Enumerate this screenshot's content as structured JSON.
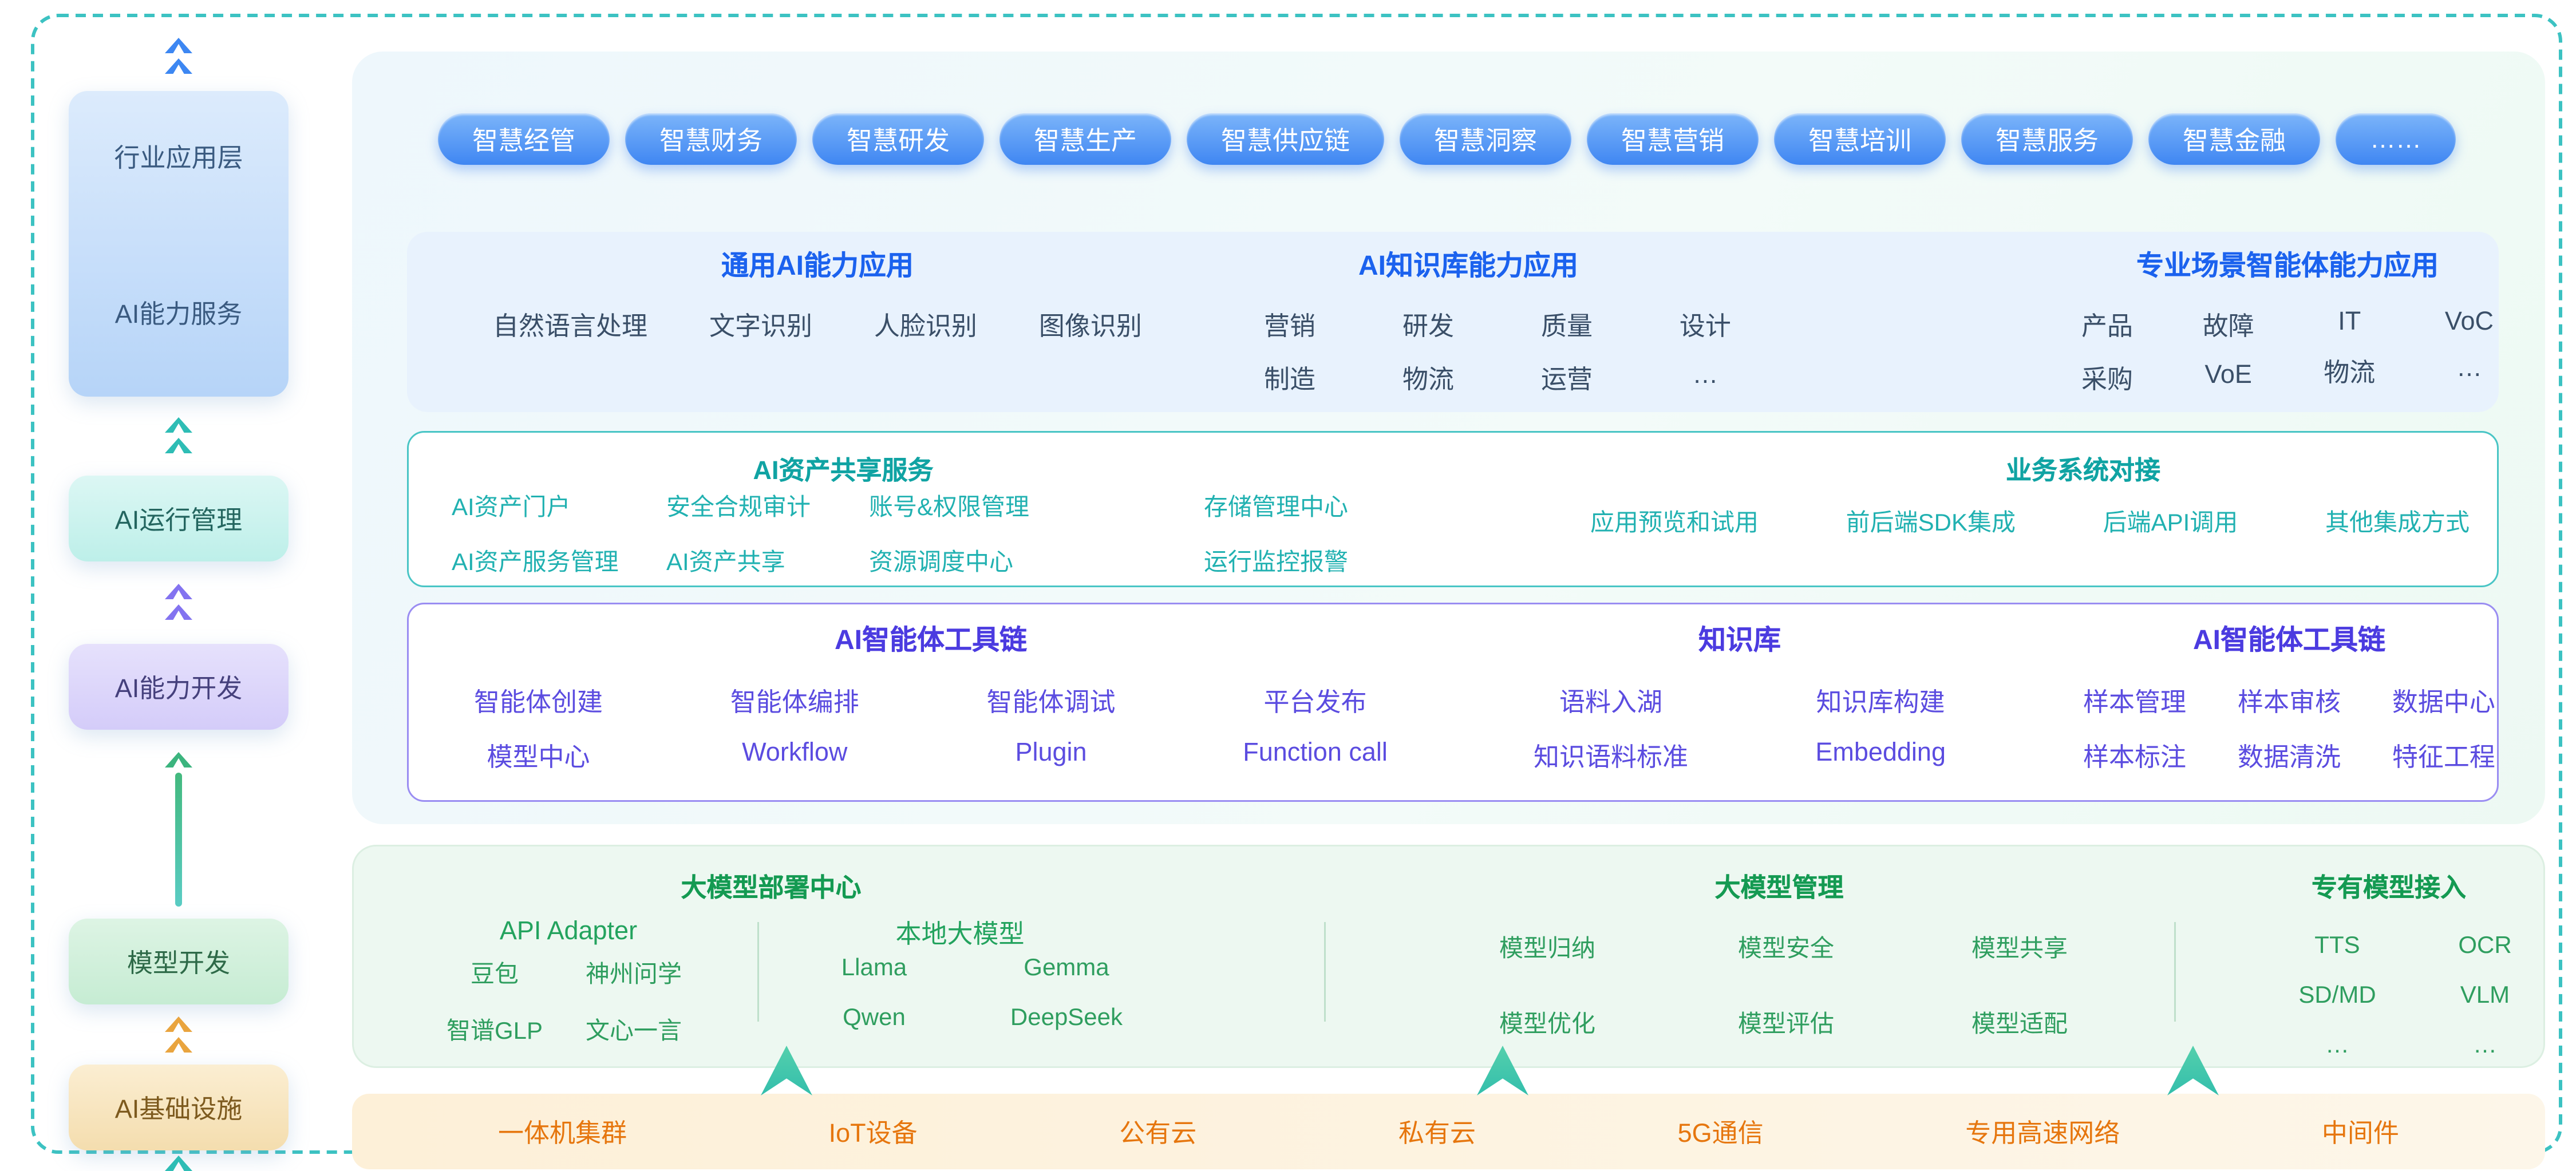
{
  "sidebar": {
    "layers": [
      {
        "lines": [
          "行业应用层",
          "AI能力服务"
        ]
      },
      {
        "lines": [
          "AI运行管理"
        ]
      },
      {
        "lines": [
          "AI能力开发"
        ]
      },
      {
        "lines": [
          "模型开发"
        ]
      },
      {
        "lines": [
          "AI基础设施"
        ]
      }
    ]
  },
  "pills": [
    "智慧经管",
    "智慧财务",
    "智慧研发",
    "智慧生产",
    "智慧供应链",
    "智慧洞察",
    "智慧营销",
    "智慧培训",
    "智慧服务",
    "智慧金融",
    "……"
  ],
  "capability_groups": [
    {
      "title": "通用AI能力应用",
      "cols": [
        [
          "自然语言处理"
        ],
        [
          "文字识别"
        ],
        [
          "人脸识别"
        ],
        [
          "图像识别"
        ]
      ]
    },
    {
      "title": "AI知识库能力应用",
      "cols": [
        [
          "营销",
          "制造"
        ],
        [
          "研发",
          "物流"
        ],
        [
          "质量",
          "运营"
        ],
        [
          "设计",
          "…"
        ]
      ]
    },
    {
      "title": "专业场景智能体能力应用",
      "cols": [
        [
          "产品",
          "采购"
        ],
        [
          "故障",
          "VoE"
        ],
        [
          "IT",
          "物流"
        ],
        [
          "VoC",
          "…"
        ]
      ]
    }
  ],
  "asset_share": {
    "title": "AI资产共享服务",
    "cols": [
      [
        "AI资产门户",
        "AI资产服务管理"
      ],
      [
        "安全合规审计",
        "AI资产共享"
      ],
      [
        "账号&权限管理",
        "资源调度中心"
      ],
      [
        "存储管理中心",
        "运行监控报警"
      ]
    ]
  },
  "biz_connect": {
    "title": "业务系统对接",
    "items": [
      "应用预览和试用",
      "前后端SDK集成",
      "后端API调用",
      "其他集成方式"
    ]
  },
  "toolchain_groups": [
    {
      "title": "AI智能体工具链",
      "cols": [
        [
          "智能体创建",
          "模型中心"
        ],
        [
          "智能体编排",
          "Workflow"
        ],
        [
          "智能体调试",
          "Plugin"
        ],
        [
          "平台发布",
          "Function call"
        ]
      ]
    },
    {
      "title": "知识库",
      "cols": [
        [
          "语料入湖",
          "知识语料标准"
        ],
        [
          "知识库构建",
          "Embedding"
        ]
      ]
    },
    {
      "title": "AI智能体工具链",
      "cols": [
        [
          "样本管理",
          "样本标注"
        ],
        [
          "样本审核",
          "数据清洗"
        ],
        [
          "数据中心",
          "特征工程"
        ]
      ]
    }
  ],
  "model_deploy": {
    "title": "大模型部署中心",
    "api_adapter": {
      "title": "API Adapter",
      "cols": [
        [
          "豆包",
          "智谱GLP"
        ],
        [
          "神州问学",
          "文心一言"
        ]
      ]
    },
    "local": {
      "title": "本地大模型",
      "cols": [
        [
          "Llama",
          "Qwen"
        ],
        [
          "Gemma",
          "DeepSeek"
        ]
      ]
    }
  },
  "model_manage": {
    "title": "大模型管理",
    "cols": [
      [
        "模型归纳",
        "模型优化"
      ],
      [
        "模型安全",
        "模型评估"
      ],
      [
        "模型共享",
        "模型适配"
      ]
    ]
  },
  "model_dedicated": {
    "title": "专有模型接入",
    "cols": [
      [
        "TTS",
        "SD/MD",
        "…"
      ],
      [
        "OCR",
        "VLM",
        "…"
      ]
    ]
  },
  "infra_items": [
    "一体机集群",
    "IoT设备",
    "公有云",
    "私有云",
    "5G通信",
    "专用高速网络",
    "中间件"
  ],
  "colors": {
    "accent_blue": "#1b62ee",
    "accent_teal": "#10a3a3",
    "accent_purple": "#4b3be0",
    "accent_green": "#149a52",
    "accent_orange": "#e6760e",
    "frame_dash": "#3cc2c2",
    "pill_blue": "#3f86f2"
  }
}
